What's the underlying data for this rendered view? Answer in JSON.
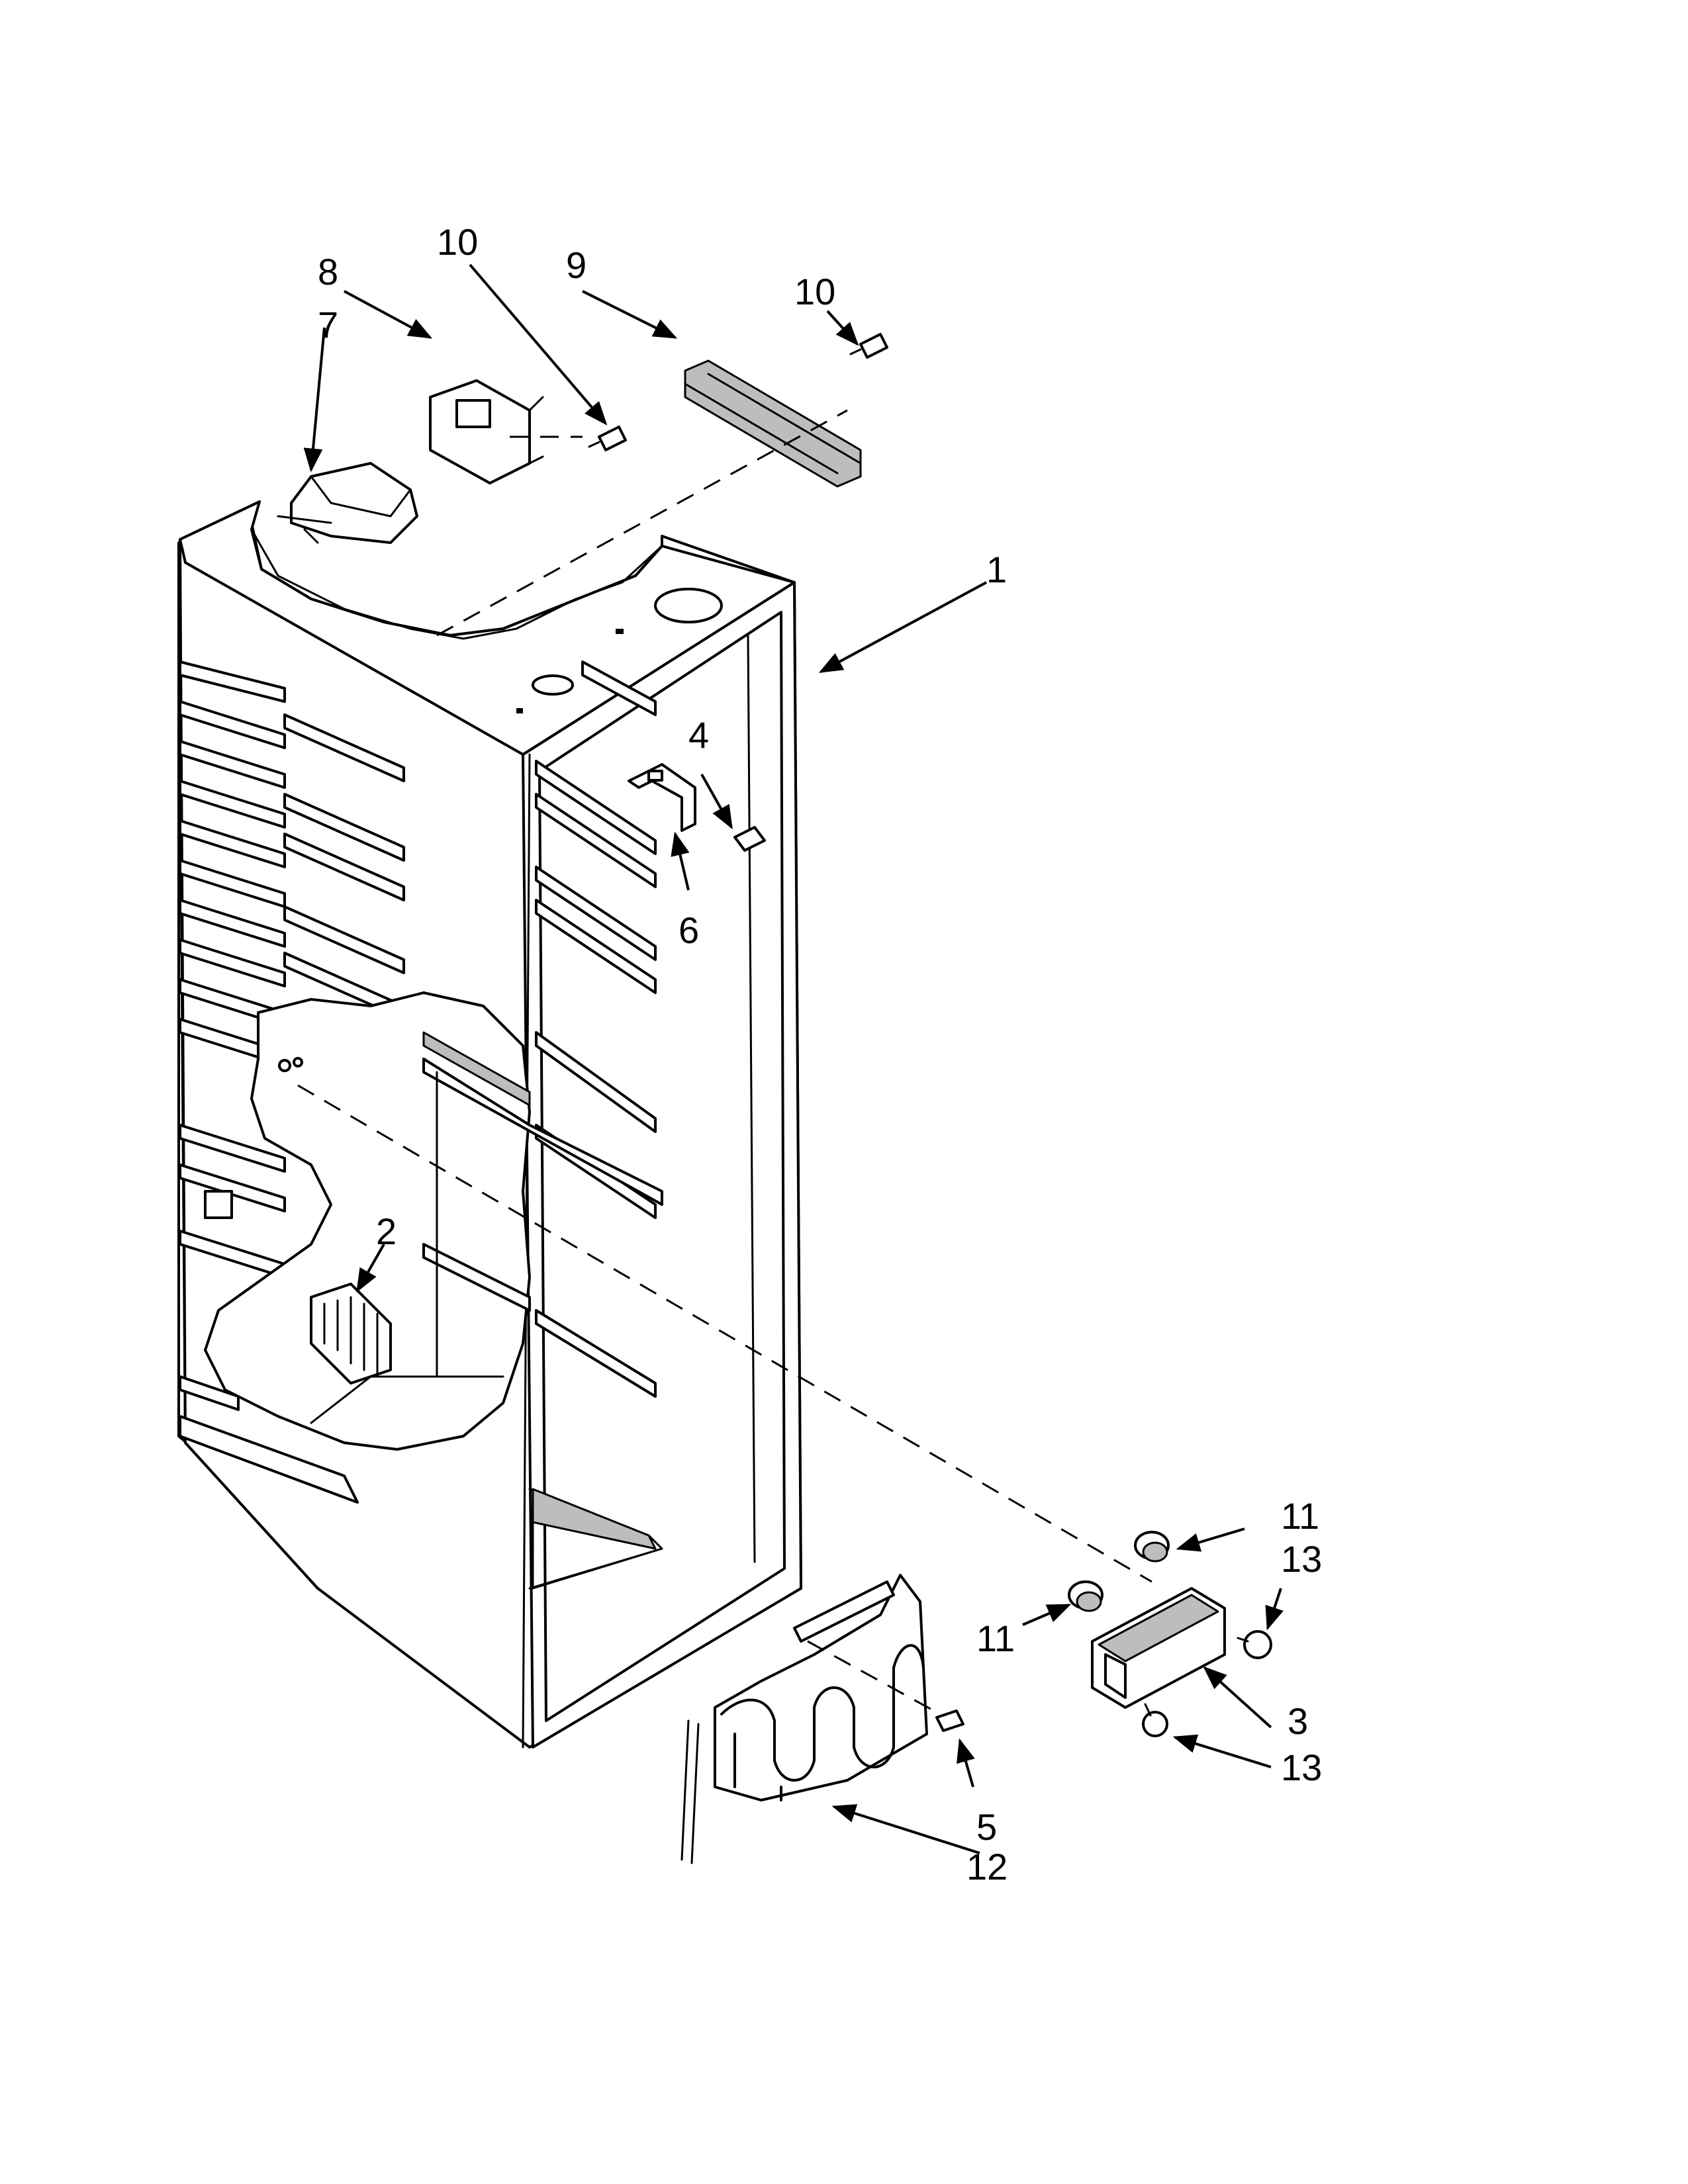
{
  "diagram": {
    "callouts": [
      {
        "id": "c1",
        "label": "1"
      },
      {
        "id": "c2",
        "label": "2"
      },
      {
        "id": "c3",
        "label": "3"
      },
      {
        "id": "c4",
        "label": "4"
      },
      {
        "id": "c5",
        "label": "5"
      },
      {
        "id": "c6",
        "label": "6"
      },
      {
        "id": "c7",
        "label": "7"
      },
      {
        "id": "c8",
        "label": "8"
      },
      {
        "id": "c9",
        "label": "9"
      },
      {
        "id": "c10a",
        "label": "10"
      },
      {
        "id": "c10b",
        "label": "10"
      },
      {
        "id": "c11a",
        "label": "11"
      },
      {
        "id": "c11b",
        "label": "11"
      },
      {
        "id": "c12",
        "label": "12"
      },
      {
        "id": "c13a",
        "label": "13"
      },
      {
        "id": "c13b",
        "label": "13"
      }
    ]
  }
}
